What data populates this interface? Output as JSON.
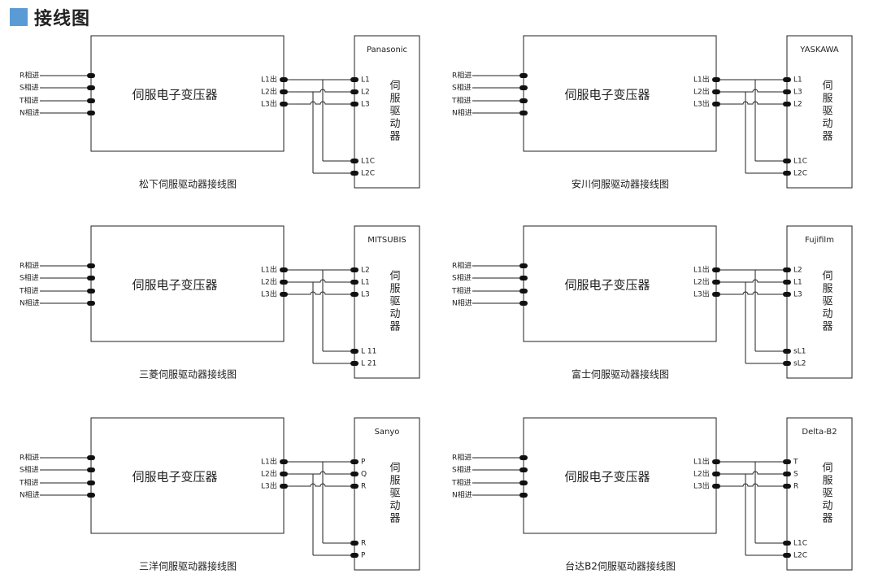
{
  "page_title": "接线图",
  "colors": {
    "accent": "#5b9bd5",
    "line": "#222222"
  },
  "common": {
    "inputs": [
      "R相进",
      "S相进",
      "T相进",
      "N相进"
    ],
    "outputs": [
      "L1出",
      "L2出",
      "L3出"
    ],
    "transformer_label": "伺服电子变压器",
    "driver_label": [
      "伺",
      "服",
      "驱",
      "动",
      "器"
    ]
  },
  "diagrams": [
    {
      "brand": "Panasonic",
      "terminals": [
        "L1",
        "L2",
        "L3"
      ],
      "control": [
        "L1C",
        "L2C"
      ],
      "caption": "松下伺服驱动器接线图"
    },
    {
      "brand": "YASKAWA",
      "terminals": [
        "L1",
        "L3",
        "L2"
      ],
      "control": [
        "L1C",
        "L2C"
      ],
      "caption": "安川伺服驱动器接线图"
    },
    {
      "brand": "MITSUBIS",
      "terminals": [
        "L2",
        "L1",
        "L3"
      ],
      "control": [
        "L 11",
        "L 21"
      ],
      "caption": "三菱伺服驱动器接线图"
    },
    {
      "brand": "Fujifilm",
      "terminals": [
        "L2",
        "L1",
        "L3"
      ],
      "control": [
        "sL1",
        "sL2"
      ],
      "caption": "富士伺服驱动器接线图"
    },
    {
      "brand": "Sanyo",
      "terminals": [
        "P",
        "Q",
        "R"
      ],
      "control": [
        "R",
        "P"
      ],
      "caption": "三洋伺服驱动器接线图"
    },
    {
      "brand": "Delta-B2",
      "terminals": [
        "T",
        "S",
        "R"
      ],
      "control": [
        "L1C",
        "L2C"
      ],
      "caption": "台达B2伺服驱动器接线图"
    }
  ]
}
